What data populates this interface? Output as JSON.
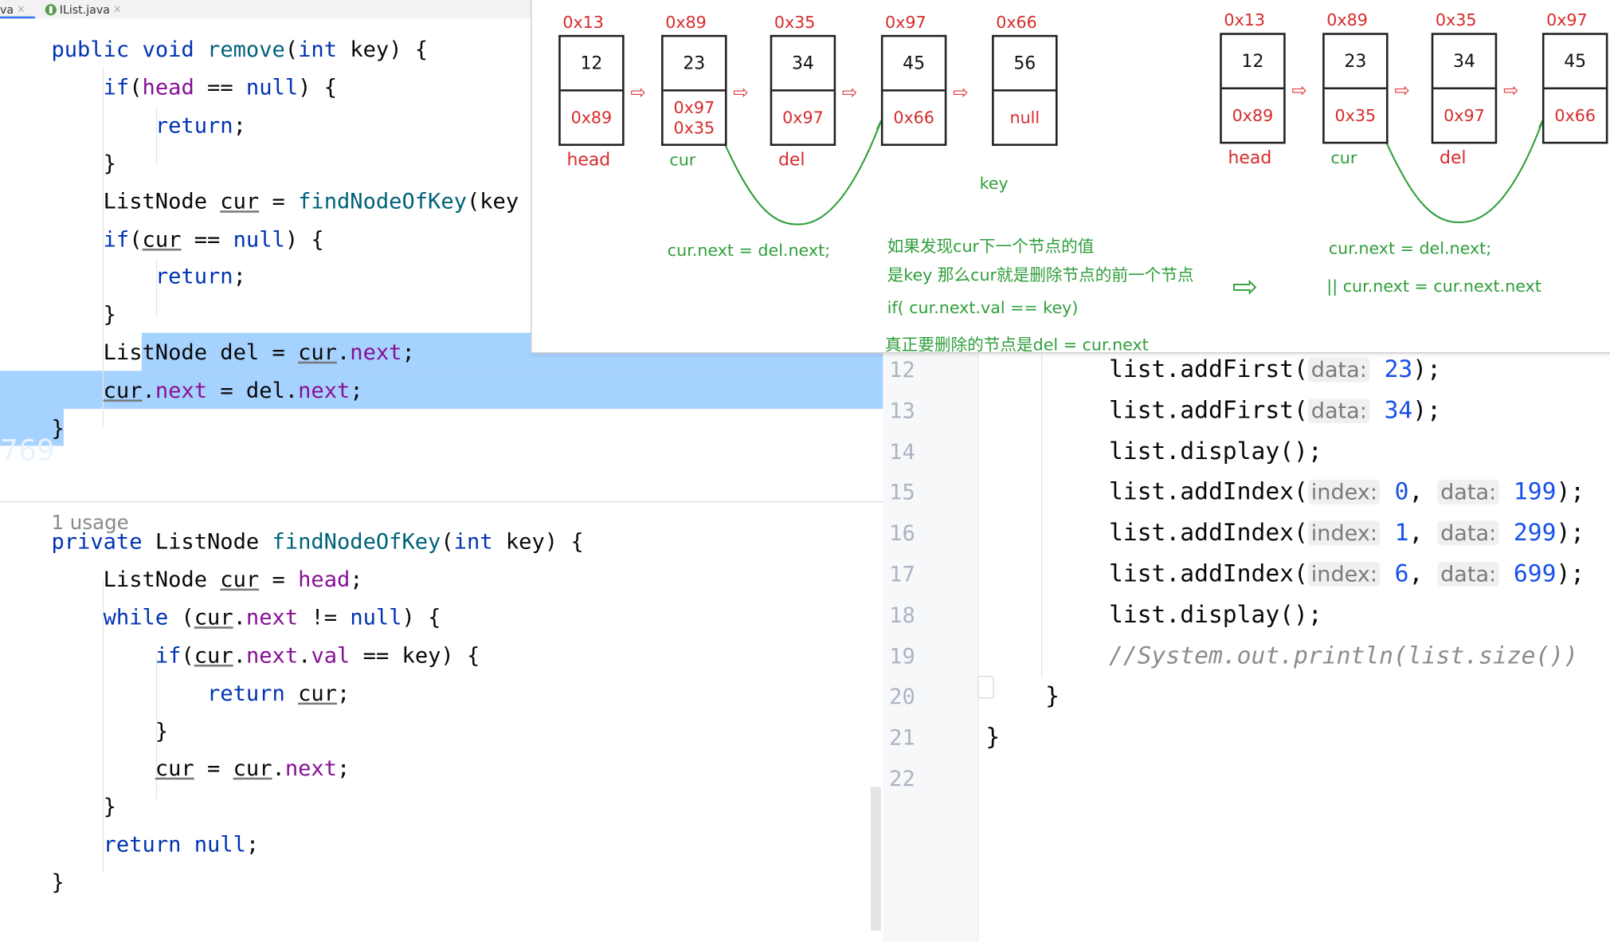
{
  "tabs": [
    {
      "label": "va"
    },
    {
      "label": "IList.java"
    }
  ],
  "left_code": {
    "remove_lines": [
      "public void remove(int key) {",
      "    if(head == null) {",
      "        return;",
      "    }",
      "    ListNode cur = findNodeOfKey(key",
      "    if(cur == null) {",
      "        return;",
      "    }",
      "    ListNode del = cur.next;",
      "    cur.next = del.next;",
      "}"
    ],
    "usage_hint": "1 usage",
    "find_lines": [
      "private ListNode findNodeOfKey(int key) {",
      "    ListNode cur = head;",
      "    while (cur.next != null) {",
      "        if(cur.next.val == key) {",
      "            return cur;",
      "        }",
      "        cur = cur.next;",
      "    }",
      "    return null;",
      "}"
    ],
    "watermark": "769"
  },
  "right_code": {
    "line_numbers": [
      "12",
      "13",
      "14",
      "15",
      "16",
      "17",
      "18",
      "19",
      "20",
      "21",
      "22"
    ],
    "lines": [
      {
        "pre": "list.addFirst(",
        "hints": [
          {
            "name": "data:",
            "value": "23"
          }
        ],
        "post": ");"
      },
      {
        "pre": "list.addFirst(",
        "hints": [
          {
            "name": "data:",
            "value": "34"
          }
        ],
        "post": ");"
      },
      {
        "plain": "list.display();"
      },
      {
        "pre": "list.addIndex(",
        "hints": [
          {
            "name": "index:",
            "value": "0"
          },
          {
            "name": "data:",
            "value": "199"
          }
        ],
        "post": ");"
      },
      {
        "pre": "list.addIndex(",
        "hints": [
          {
            "name": "index:",
            "value": "1"
          },
          {
            "name": "data:",
            "value": "299"
          }
        ],
        "post": ");"
      },
      {
        "pre": "list.addIndex(",
        "hints": [
          {
            "name": "index:",
            "value": "6"
          },
          {
            "name": "data:",
            "value": "699"
          }
        ],
        "post": ");"
      },
      {
        "plain": "list.display();"
      },
      {
        "comment": "//System.out.println(list.size())"
      },
      {
        "brace": "}"
      },
      {
        "brace": "}"
      },
      {
        "plain": ""
      }
    ]
  },
  "diagram": {
    "left_nodes": [
      {
        "addr": "0x13",
        "val": "12",
        "next": "0x89",
        "label": "head"
      },
      {
        "addr": "0x89",
        "val": "23",
        "next": "0x97",
        "next_old": "0x35",
        "label": "cur"
      },
      {
        "addr": "0x35",
        "val": "34",
        "next": "0x97",
        "label": "del"
      },
      {
        "addr": "0x97",
        "val": "45",
        "next": "0x66",
        "label": ""
      },
      {
        "addr": "0x66",
        "val": "56",
        "next": "null",
        "label": "key"
      }
    ],
    "right_nodes": [
      {
        "addr": "0x13",
        "val": "12",
        "next": "0x89",
        "label": "head"
      },
      {
        "addr": "0x89",
        "val": "23",
        "next": "0x35",
        "label": "cur"
      },
      {
        "addr": "0x35",
        "val": "34",
        "next": "0x97",
        "label": "del"
      },
      {
        "addr": "0x97",
        "val": "45",
        "next": "0x66",
        "label": ""
      }
    ],
    "arrow_glyph": "⇨",
    "left_formula": "cur.next = del.next;",
    "notes": [
      "如果发现cur下一个节点的值",
      "是key 那么cur就是删除节点的前一个节点",
      "if( cur.next.val == key)",
      "真正要删除的节点是del = cur.next"
    ],
    "big_arrow": "⇨",
    "right_formula_1": "cur.next = del.next;",
    "right_formula_2": "|| cur.next = cur.next.next"
  }
}
